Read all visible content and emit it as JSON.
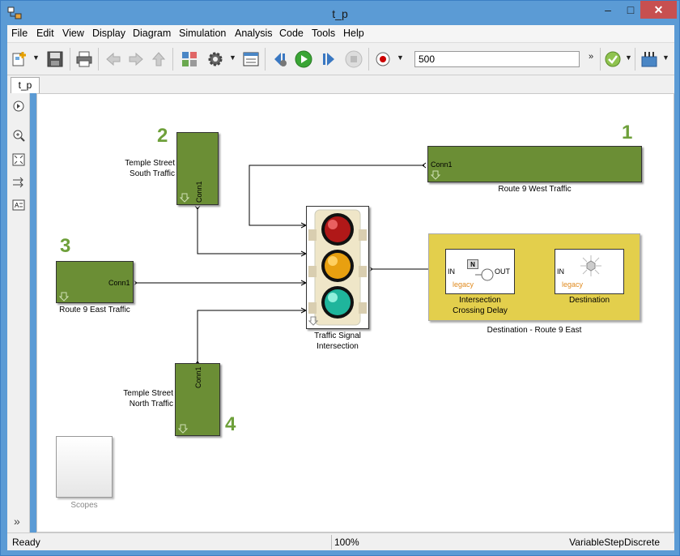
{
  "window": {
    "title": "t_p"
  },
  "menu": [
    "File",
    "Edit",
    "View",
    "Display",
    "Diagram",
    "Simulation",
    "Analysis",
    "Code",
    "Tools",
    "Help"
  ],
  "toolbar": {
    "stop_time": "500"
  },
  "tab": {
    "label": "t_p"
  },
  "blocks": {
    "route9west": {
      "number": "1",
      "label": "Route 9 West Traffic",
      "port": "Conn1"
    },
    "temple_south": {
      "number": "2",
      "label_line1": "Temple Street",
      "label_line2": "South Traffic",
      "port": "Conn1"
    },
    "route9east": {
      "number": "3",
      "label": "Route 9 East Traffic",
      "port": "Conn1"
    },
    "temple_north": {
      "number": "4",
      "label_line1": "Temple Street",
      "label_line2": "North Traffic",
      "port": "Conn1"
    },
    "signal": {
      "label_line1": "Traffic Signal",
      "label_line2": "Intersection"
    },
    "subsystem": {
      "label": "Destination - Route 9 East"
    },
    "delay": {
      "in": "IN",
      "out": "OUT",
      "badge": "N",
      "legacy": "legacy",
      "label_line1": "Intersection",
      "label_line2": "Crossing Delay"
    },
    "destination": {
      "in": "IN",
      "legacy": "legacy",
      "label": "Destination"
    },
    "scopes": {
      "label": "Scopes"
    }
  },
  "status": {
    "ready": "Ready",
    "zoom": "100%",
    "solver": "VariableStepDiscrete"
  },
  "colors": {
    "green_block": "#6b8e35",
    "number_green": "#6ea03a",
    "subsystem_yellow": "#e3cf4c",
    "legacy_orange": "#e08a1e"
  }
}
